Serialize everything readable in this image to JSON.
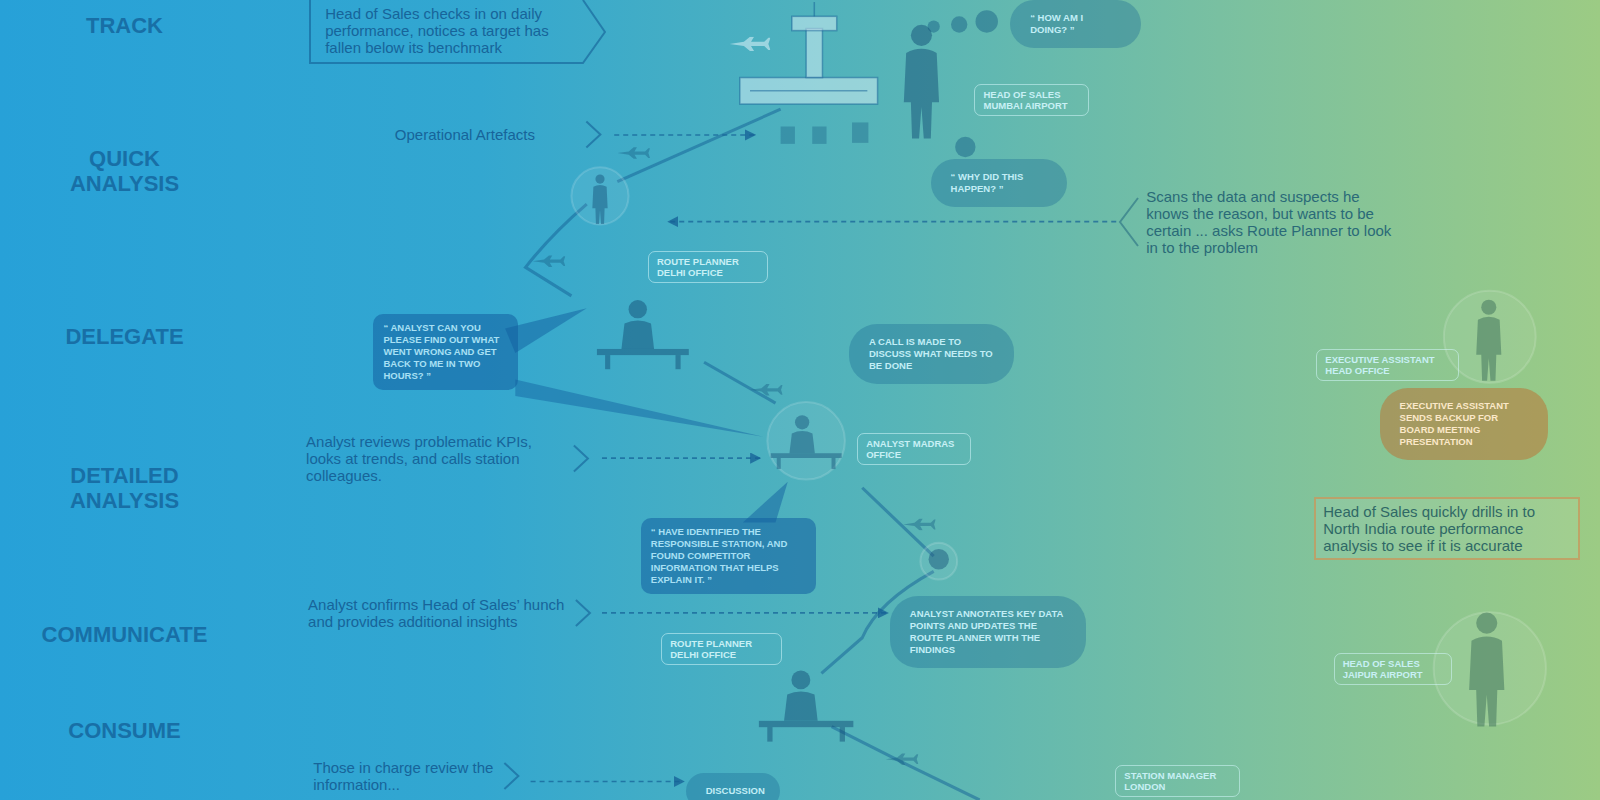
{
  "diagram": {
    "nodes": [
      {
        "text": [
          "Head of Sales checks in on daily performance, notices a target has fallen below its benchmark"
        ]
      },
      {
        "text": [
          "“ HOW AM I DOING? ”"
        ]
      },
      {
        "text": [
          "HEAD OF SALES MUMBAI AIRPORT"
        ]
      },
      {
        "text": [
          "Operational Artefacts"
        ]
      },
      {
        "text": [
          "“ WHY DID THIS HAPPEN? ”"
        ]
      },
      {
        "text": [
          "Scans the data and suspects he knows the reason, but wants to be certain ... asks Route Planner to look in to the problem"
        ]
      },
      {
        "text": [
          "ROUTE PLANNER DELHI OFFICE"
        ]
      },
      {
        "text": [
          "“ ANALYST CAN YOU PLEASE FIND OUT WHAT WENT WRONG AND GET BACK TO ME IN TWO HOURS? ”"
        ]
      },
      {
        "text": [
          "A CALL IS MADE TO DISCUSS WHAT NEEDS TO BE DONE"
        ]
      },
      {
        "text": [
          "EXECUTIVE ASSISTANT HEAD OFFICE"
        ]
      },
      {
        "text": [
          "EXECUTIVE ASSISTANT SENDS BACKUP FOR BOARD MEETING PRESENTATION"
        ]
      },
      {
        "text": [
          "Analyst reviews problematic KPIs, looks at trends, and calls station colleagues."
        ]
      },
      {
        "text": [
          "ANALYST MADRAS OFFICE"
        ]
      },
      {
        "text": [
          "Head of Sales quickly drills in to North India route performance analysis to see if it is accurate"
        ]
      },
      {
        "text": [
          "“ HAVE IDENTIFIED THE RESPONSIBLE STATION, AND FOUND COMPETITOR INFORMATION THAT HELPS EXPLAIN IT. ”"
        ]
      },
      {
        "text": [
          "Analyst confirms Head of Sales’ hunch and provides additional insights"
        ]
      },
      {
        "text": [
          "ANALYST ANNOTATES KEY DATA POINTS AND UPDATES THE ROUTE PLANNER WITH THE FINDINGS"
        ]
      },
      {
        "text": [
          "ROUTE PLANNER DELHI OFFICE"
        ]
      },
      {
        "text": [
          "HEAD OF SALES JAIPUR AIRPORT"
        ]
      },
      {
        "text": [
          "Those in charge review the information..."
        ]
      },
      {
        "text": [
          "DISCUSSION"
        ]
      },
      {
        "text": [
          "STATION MANAGER LONDON"
        ]
      }
    ],
    "edges": [
      {
        "from": 15,
        "to": 16,
        "arrow": "to"
      },
      {
        "from": 19,
        "to": 20,
        "arrow": "to"
      }
    ],
    "labels": [
      "TRACK",
      "QUICK ANALYSIS",
      "DELEGATE",
      "DETAILED ANALYSIS",
      "COMMUNICATE",
      "CONSUME"
    ]
  }
}
